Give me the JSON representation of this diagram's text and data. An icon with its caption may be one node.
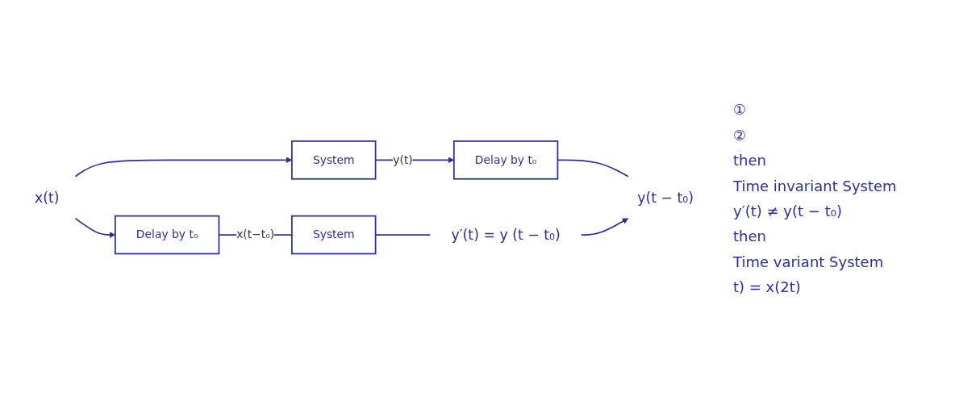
{
  "diagram": {
    "nodes": [
      {
        "text": [
          "x(t)"
        ]
      },
      {
        "text": [
          "System"
        ]
      },
      {
        "text": [
          "Delay by t₀"
        ]
      },
      {
        "text": [
          "y(t − t₀)"
        ]
      },
      {
        "text": [
          "Delay by t₀"
        ]
      },
      {
        "text": [
          "System"
        ]
      },
      {
        "text": [
          "y′(t) = y (t − t₀)"
        ]
      }
    ],
    "edges": [
      {
        "from": 0,
        "to": 1,
        "arrow": "to"
      },
      {
        "from": 0,
        "to": 4,
        "arrow": "to"
      },
      {
        "from": 1,
        "to": 2,
        "arrow": "to",
        "label": "y(t)"
      },
      {
        "from": 2,
        "to": 3,
        "arrow": "none"
      },
      {
        "from": 4,
        "to": 5,
        "arrow": "none",
        "label": "x(t−t₀)"
      },
      {
        "from": 5,
        "to": 6,
        "arrow": "none"
      },
      {
        "from": 6,
        "to": 3,
        "arrow": "to"
      }
    ],
    "labels": [
      "①",
      "②",
      "then",
      "Time invariant System",
      "y′(t) ≠ y(t − t₀)",
      "then",
      "Time variant System",
      "t) = x(2t)"
    ]
  }
}
